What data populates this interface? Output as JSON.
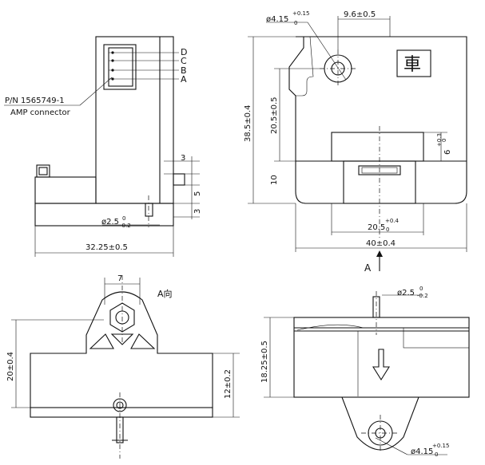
{
  "labels": {
    "pin_d": "D",
    "pin_c": "C",
    "pin_b": "B",
    "pin_a": "A",
    "part_number": "P/N 1565749-1",
    "connector": "AMP connector",
    "view_a_mark": "A",
    "view_a_direction": "A向"
  },
  "dims": {
    "top_left_width": "32.25±0.5",
    "top_left_pin_dia": "ø2.5",
    "top_left_pin_dia_tol_upper": "0",
    "top_left_pin_dia_tol_lower": "-0.2",
    "top_left_3_upper": "3",
    "top_left_5": "5",
    "top_left_3_lower": "3",
    "hole_dia": "ø4.15",
    "hole_dia_tol_upper": "+0.15",
    "hole_dia_tol_lower": "0",
    "hole_offset": "9.6±0.5",
    "overall_height": "38.5±0.4",
    "hole_height": "20.5±0.5",
    "base_height": "10",
    "slot_height": "6",
    "slot_height_tol_upper": "+0.3",
    "slot_height_tol_lower": "0",
    "slot_width": "20.5",
    "slot_width_tol_upper": "+0.4",
    "slot_width_tol_lower": "0",
    "overall_width": "40±0.4",
    "bottom_left_boss": "7",
    "bottom_left_height": "20±0.4",
    "bottom_left_inner": "12±0.2",
    "bottom_right_pin_dia": "ø2.5",
    "bottom_right_pin_tol_upper": "0",
    "bottom_right_pin_tol_lower": "-0.2",
    "bottom_right_height": "18.25±0.5",
    "bottom_right_hole_dia": "ø4.15",
    "bottom_right_hole_tol_upper": "+0.15",
    "bottom_right_hole_tol_lower": "0"
  }
}
